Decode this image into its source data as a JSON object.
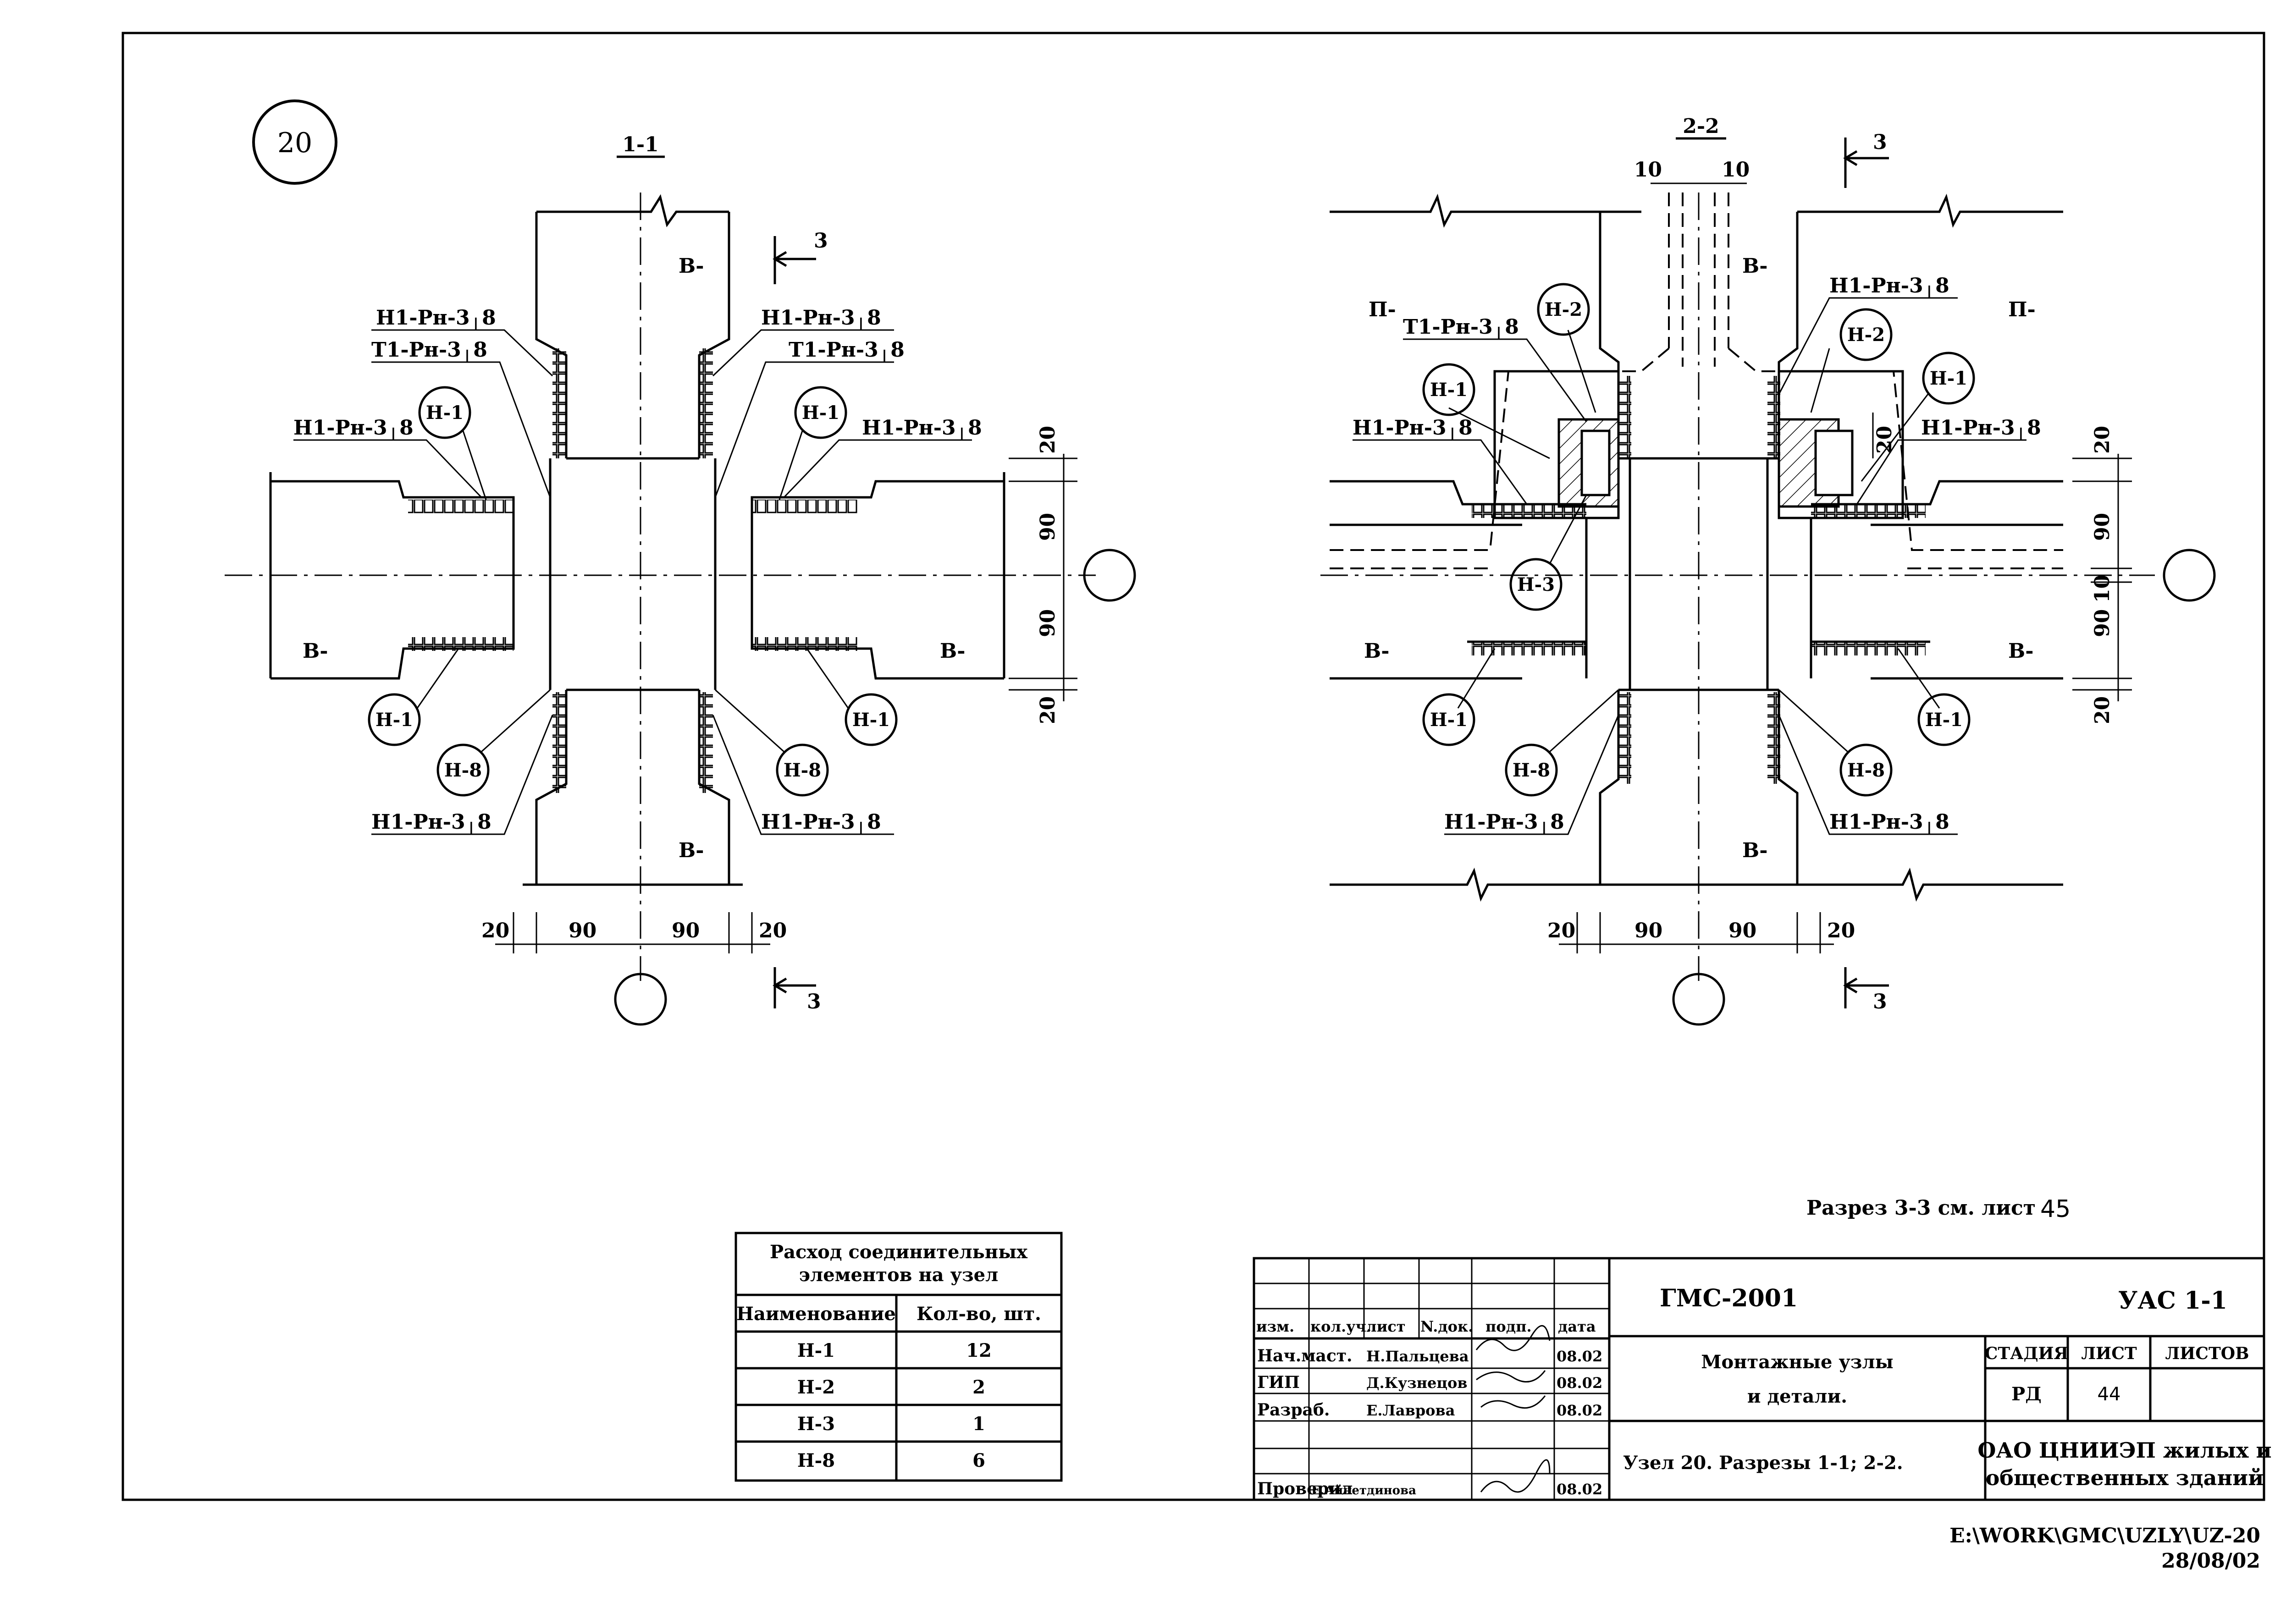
{
  "node_number": "20",
  "section_1": {
    "title": "1-1",
    "cut_mark": "3",
    "zones": [
      "В-",
      "В-",
      "В-",
      "В-"
    ],
    "welds": {
      "top_left_h": "Н1-Рн-3╷8",
      "top_left_t": "Т1-Рн-3╷8",
      "mid_left": "Н1-Рн-3╷8",
      "top_right_h": "Н1-Рн-3╷8",
      "top_right_t": "Т1-Рн-3╷8",
      "mid_right": "Н1-Рн-3╷8",
      "bottom_left": "Н1-Рн-3╷8",
      "bottom_right": "Н1-Рн-3╷8"
    },
    "bubbles": [
      "Н-1",
      "Н-1",
      "Н-1",
      "Н-1",
      "Н-8",
      "Н-8"
    ],
    "dims_right": [
      "20",
      "90",
      "90",
      "20"
    ],
    "dims_bottom": [
      "20",
      "90",
      "90",
      "20"
    ]
  },
  "section_2": {
    "title": "2-2",
    "cut_mark": "3",
    "top_dims": [
      "10",
      "10"
    ],
    "zones": [
      "П-",
      "П-",
      "В-",
      "В-",
      "В-",
      "В-"
    ],
    "welds": {
      "t_left": "Т1-Рн-3╷8",
      "h_left": "Н1-Рн-3╷8",
      "h_top_right": "Н1-Рн-3╷8",
      "h_right": "Н1-Рн-3╷8",
      "bottom_left": "Н1-Рн-3╷8",
      "bottom_right": "Н1-Рн-3╷8"
    },
    "bubbles": [
      "Н-2",
      "Н-2",
      "Н-1",
      "Н-1",
      "Н-3",
      "Н-1",
      "Н-1",
      "Н-8",
      "Н-8"
    ],
    "dims_right": [
      "20",
      "20",
      "90",
      "10",
      "90",
      "20"
    ],
    "dims_bottom": [
      "20",
      "90",
      "90",
      "20"
    ]
  },
  "note": "Разрез 3-3 см. лист",
  "note_sheet": "45",
  "consumption_table": {
    "title_line1": "Расход соединительных",
    "title_line2": "элементов на узел",
    "headers": [
      "Наименование",
      "Кол-во, шт."
    ],
    "rows": [
      {
        "name": "Н-1",
        "qty": "12"
      },
      {
        "name": "Н-2",
        "qty": "2"
      },
      {
        "name": "Н-3",
        "qty": "1"
      },
      {
        "name": "Н-8",
        "qty": "6"
      }
    ]
  },
  "title_block": {
    "code": "ГМС-2001",
    "doc": "УАС 1-1",
    "col_headers": [
      "изм.",
      "кол.уч.",
      "лист",
      "N.док.",
      "подп.",
      "дата"
    ],
    "people": [
      {
        "role": "Нач.маст.",
        "name": "Н.Пальцева",
        "date": "08.02"
      },
      {
        "role": "ГИП",
        "name": "Д.Кузнецов",
        "date": "08.02"
      },
      {
        "role": "Разраб.",
        "name": "Е.Лаврова",
        "date": "08.02"
      },
      {
        "role": "Проверил",
        "name": "Е.Айнетдинова",
        "date": "08.02"
      }
    ],
    "name_line1": "Монтажные узлы",
    "name_line2": "и детали.",
    "stage_header": "СТАДИЯ",
    "sheet_header": "ЛИСТ",
    "sheets_header": "ЛИСТОВ",
    "stage": "РД",
    "sheet": "44",
    "drawing_name": "Узел 20.   Разрезы 1-1; 2-2.",
    "org_line1": "ОАО ЦНИИЭП жилых и",
    "org_line2": "общественных зданий"
  },
  "file_path": "E:\\WORK\\GMC\\UZLY\\UZ-20",
  "file_date": "28/08/02"
}
